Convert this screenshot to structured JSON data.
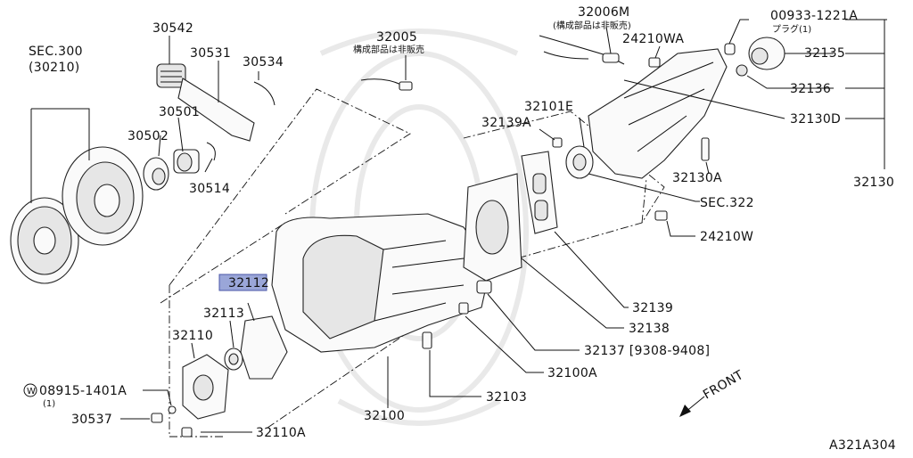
{
  "diagram": {
    "figure_code": "A321A304",
    "front_label": "FRONT",
    "highlighted_part": "32112",
    "highlight_color": "#9aa6d8",
    "labels": {
      "sec300": "SEC.300",
      "sec300_sub": "(30210)",
      "p30542": "30542",
      "p30531": "30531",
      "p30534": "30534",
      "p30501": "30501",
      "p30502": "30502",
      "p30514": "30514",
      "p32005": "32005",
      "p32005_note": "構成部品は非販売",
      "p32006m": "32006M",
      "p32006m_note": "(構成部品は非販売)",
      "p24210wa": "24210WA",
      "p00933": "00933-1221A",
      "p00933_note": "プラグ(1)",
      "p32135": "32135",
      "p32136": "32136",
      "p32130d": "32130D",
      "p32130": "32130",
      "p32101e": "32101E",
      "p32139a": "32139A",
      "p32130a": "32130A",
      "sec322": "SEC.322",
      "p24210w": "24210W",
      "p32112": "32112",
      "p32113": "32113",
      "p32110": "32110",
      "p08915": "08915-1401A",
      "p08915_note": "(1)",
      "p08915_prefix": "W",
      "p30537": "30537",
      "p32110a": "32110A",
      "p32100": "32100",
      "p32103": "32103",
      "p32100a": "32100A",
      "p32137": "32137 [9308-9408]",
      "p32138": "32138",
      "p32139": "32139"
    }
  }
}
